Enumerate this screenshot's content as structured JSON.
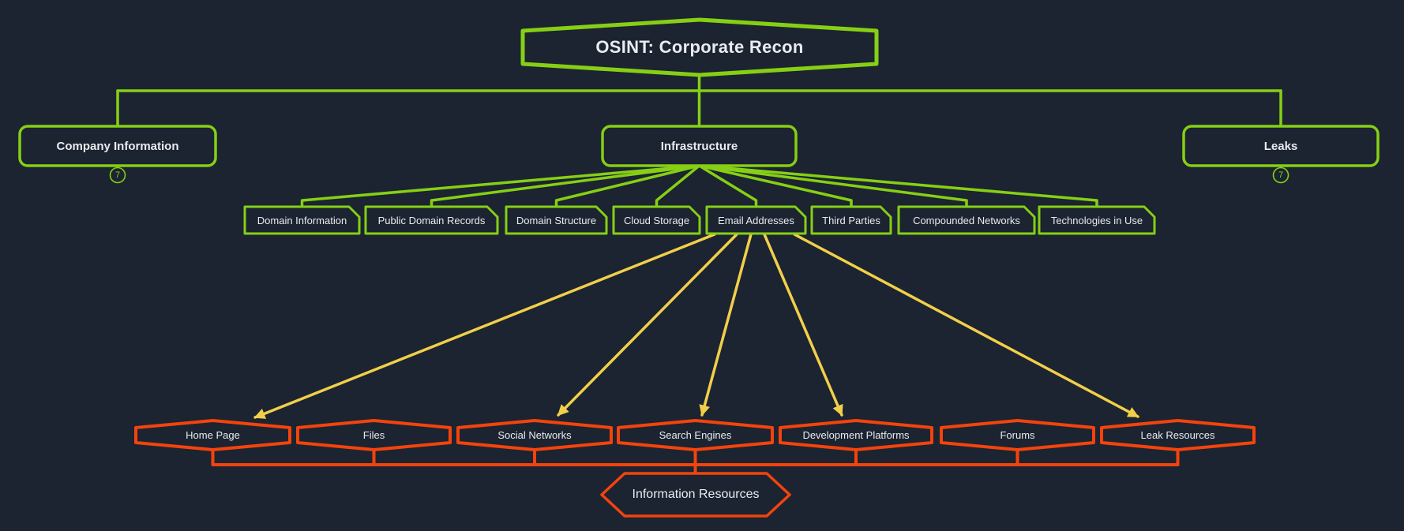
{
  "colors": {
    "bg": "#1b2430",
    "green": "#86cf15",
    "orange": "#f4430d",
    "yellow": "#f2cf4a",
    "text": "#e9ecef"
  },
  "diagram": {
    "root": {
      "label": "OSINT: Corporate Recon"
    },
    "level2": [
      {
        "label": "Company Information",
        "badge": "7"
      },
      {
        "label": "Infrastructure"
      },
      {
        "label": "Leaks",
        "badge": "7"
      }
    ],
    "level3": [
      "Domain Information",
      "Public Domain Records",
      "Domain Structure",
      "Cloud Storage",
      "Email Addresses",
      "Third Parties",
      "Compounded Networks",
      "Technologies in Use"
    ],
    "resources": {
      "label": "Information Resources",
      "children": [
        "Home Page",
        "Files",
        "Social Networks",
        "Search Engines",
        "Development Platforms",
        "Forums",
        "Leak Resources"
      ]
    },
    "arrow_links": {
      "source": "Email Addresses",
      "targets": [
        "Home Page",
        "Social Networks",
        "Search Engines",
        "Development Platforms",
        "Leak Resources"
      ]
    }
  }
}
